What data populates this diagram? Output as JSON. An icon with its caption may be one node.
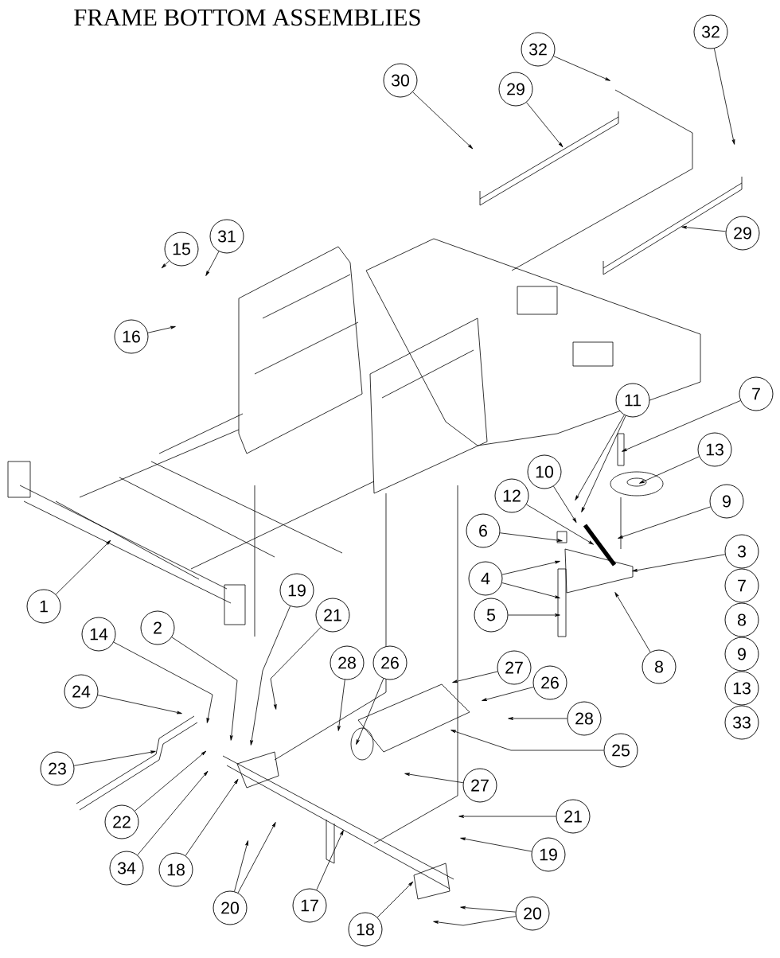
{
  "diagram": {
    "title": "FRAME BOTTOM ASSEMBLIES",
    "nodes": [
      {
        "text": [
          "32"
        ]
      },
      {
        "text": [
          "32"
        ]
      },
      {
        "text": [
          "30"
        ]
      },
      {
        "text": [
          "29"
        ]
      },
      {
        "text": [
          "29"
        ]
      },
      {
        "text": [
          "31"
        ]
      },
      {
        "text": [
          "15"
        ]
      },
      {
        "text": [
          "16"
        ]
      },
      {
        "text": [
          "7"
        ]
      },
      {
        "text": [
          "11"
        ]
      },
      {
        "text": [
          "10"
        ]
      },
      {
        "text": [
          "13"
        ]
      },
      {
        "text": [
          "12"
        ]
      },
      {
        "text": [
          "9"
        ]
      },
      {
        "text": [
          "6"
        ]
      },
      {
        "text": [
          "3"
        ]
      },
      {
        "text": [
          "4"
        ]
      },
      {
        "text": [
          "7"
        ]
      },
      {
        "text": [
          "5"
        ]
      },
      {
        "text": [
          "1"
        ]
      },
      {
        "text": [
          "19"
        ]
      },
      {
        "text": [
          "21"
        ]
      },
      {
        "text": [
          "2"
        ]
      },
      {
        "text": [
          "8"
        ]
      },
      {
        "text": [
          "14"
        ]
      },
      {
        "text": [
          "28"
        ]
      },
      {
        "text": [
          "26"
        ]
      },
      {
        "text": [
          "27"
        ]
      },
      {
        "text": [
          "8"
        ]
      },
      {
        "text": [
          "9"
        ]
      },
      {
        "text": [
          "26"
        ]
      },
      {
        "text": [
          "24"
        ]
      },
      {
        "text": [
          "13"
        ]
      },
      {
        "text": [
          "28"
        ]
      },
      {
        "text": [
          "33"
        ]
      },
      {
        "text": [
          "23"
        ]
      },
      {
        "text": [
          "22"
        ]
      },
      {
        "text": [
          "27"
        ]
      },
      {
        "text": [
          "25"
        ]
      },
      {
        "text": [
          "21"
        ]
      },
      {
        "text": [
          "34"
        ]
      },
      {
        "text": [
          "19"
        ]
      },
      {
        "text": [
          "18"
        ]
      },
      {
        "text": [
          "20"
        ]
      },
      {
        "text": [
          "17"
        ]
      },
      {
        "text": [
          "18"
        ]
      },
      {
        "text": [
          "20"
        ]
      }
    ],
    "edges": [
      {
        "from": 0,
        "to": null,
        "arrow": "to"
      },
      {
        "from": 1,
        "to": null,
        "arrow": "to"
      },
      {
        "from": 2,
        "to": null,
        "arrow": "to"
      },
      {
        "from": 3,
        "to": null,
        "arrow": "to"
      },
      {
        "from": 4,
        "to": null,
        "arrow": "to"
      },
      {
        "from": 5,
        "to": null,
        "arrow": "to"
      },
      {
        "from": 6,
        "to": null,
        "arrow": "to"
      },
      {
        "from": 7,
        "to": null,
        "arrow": "to"
      },
      {
        "from": 8,
        "to": null,
        "arrow": "to"
      },
      {
        "from": 9,
        "to": null,
        "arrow": "to"
      },
      {
        "from": 9,
        "to": null,
        "arrow": "to"
      },
      {
        "from": 10,
        "to": null,
        "arrow": "to"
      },
      {
        "from": 11,
        "to": null,
        "arrow": "to"
      },
      {
        "from": 12,
        "to": null,
        "arrow": "to"
      },
      {
        "from": 13,
        "to": null,
        "arrow": "to"
      },
      {
        "from": 14,
        "to": null,
        "arrow": "to"
      },
      {
        "from": 15,
        "to": null,
        "arrow": "to"
      },
      {
        "from": 16,
        "to": null,
        "arrow": "to"
      },
      {
        "from": 16,
        "to": null,
        "arrow": "to"
      },
      {
        "from": 18,
        "to": null,
        "arrow": "to"
      },
      {
        "from": 19,
        "to": null,
        "arrow": "to"
      },
      {
        "from": 20,
        "to": null,
        "arrow": "to"
      },
      {
        "from": 21,
        "to": null,
        "arrow": "to"
      },
      {
        "from": 22,
        "to": null,
        "arrow": "to"
      },
      {
        "from": 24,
        "to": null,
        "arrow": "to"
      },
      {
        "from": 25,
        "to": null,
        "arrow": "to"
      },
      {
        "from": 26,
        "to": null,
        "arrow": "to"
      },
      {
        "from": 27,
        "to": null,
        "arrow": "to"
      },
      {
        "from": 28,
        "to": null,
        "arrow": "to"
      },
      {
        "from": 30,
        "to": null,
        "arrow": "to"
      },
      {
        "from": 31,
        "to": null,
        "arrow": "to"
      },
      {
        "from": 33,
        "to": null,
        "arrow": "to"
      },
      {
        "from": 35,
        "to": null,
        "arrow": "to"
      },
      {
        "from": 36,
        "to": null,
        "arrow": "to"
      },
      {
        "from": 37,
        "to": null,
        "arrow": "to"
      },
      {
        "from": 38,
        "to": null,
        "arrow": "to"
      },
      {
        "from": 39,
        "to": null,
        "arrow": "to"
      },
      {
        "from": 40,
        "to": null,
        "arrow": "to"
      },
      {
        "from": 41,
        "to": null,
        "arrow": "to"
      },
      {
        "from": 42,
        "to": null,
        "arrow": "to"
      },
      {
        "from": 43,
        "to": null,
        "arrow": "to"
      },
      {
        "from": 43,
        "to": null,
        "arrow": "to"
      },
      {
        "from": 44,
        "to": null,
        "arrow": "to"
      },
      {
        "from": 45,
        "to": null,
        "arrow": "to"
      },
      {
        "from": 46,
        "to": null,
        "arrow": "to"
      },
      {
        "from": 46,
        "to": null,
        "arrow": "to"
      }
    ]
  }
}
